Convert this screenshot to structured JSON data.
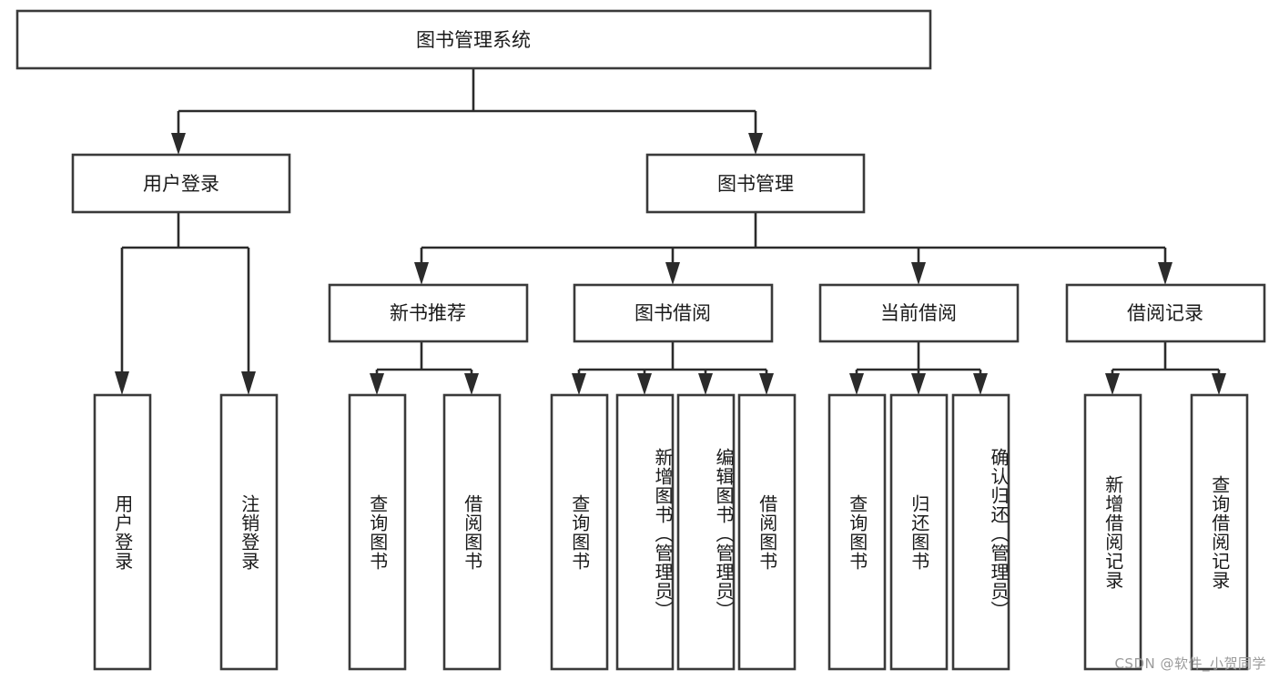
{
  "diagram": {
    "type": "hierarchy-tree",
    "title": "图书管理系统",
    "root": {
      "id": "root",
      "label": "图书管理系统"
    },
    "level2": [
      {
        "id": "user-login",
        "label": "用户登录"
      },
      {
        "id": "book-manage",
        "label": "图书管理"
      }
    ],
    "level3": [
      {
        "id": "new-book-recommend",
        "label": "新书推荐",
        "parent": "book-manage"
      },
      {
        "id": "book-borrow",
        "label": "图书借阅",
        "parent": "book-manage"
      },
      {
        "id": "current-borrow",
        "label": "当前借阅",
        "parent": "book-manage"
      },
      {
        "id": "borrow-record",
        "label": "借阅记录",
        "parent": "book-manage"
      }
    ],
    "leaves": [
      {
        "id": "leaf-user-login",
        "label": "用户登录",
        "parent": "user-login"
      },
      {
        "id": "leaf-user-logout",
        "label": "注销登录",
        "parent": "user-login"
      },
      {
        "id": "leaf-rec-query-book",
        "label": "查询图书",
        "parent": "new-book-recommend"
      },
      {
        "id": "leaf-rec-borrow-book",
        "label": "借阅图书",
        "parent": "new-book-recommend"
      },
      {
        "id": "leaf-bb-query-book",
        "label": "查询图书",
        "parent": "book-borrow"
      },
      {
        "id": "leaf-bb-add-book",
        "label": "新增图书（管理员）",
        "parent": "book-borrow"
      },
      {
        "id": "leaf-bb-edit-book",
        "label": "编辑图书（管理员）",
        "parent": "book-borrow"
      },
      {
        "id": "leaf-bb-borrow-book",
        "label": "借阅图书",
        "parent": "book-borrow"
      },
      {
        "id": "leaf-cb-query-book",
        "label": "查询图书",
        "parent": "current-borrow"
      },
      {
        "id": "leaf-cb-return-book",
        "label": "归还图书",
        "parent": "current-borrow"
      },
      {
        "id": "leaf-cb-confirm-return",
        "label": "确认归还（管理员）",
        "parent": "current-borrow"
      },
      {
        "id": "leaf-br-add-record",
        "label": "新增借阅记录",
        "parent": "borrow-record"
      },
      {
        "id": "leaf-br-query-record",
        "label": "查询借阅记录",
        "parent": "borrow-record"
      }
    ],
    "colors": {
      "box_stroke": "#3a3a3a",
      "box_fill": "#ffffff",
      "connector": "#2b2b2b",
      "text": "#1a1a1a",
      "watermark": "#9a9a9a",
      "background": "#ffffff"
    }
  },
  "watermark": {
    "text": "CSDN @软件_小贺同学"
  }
}
